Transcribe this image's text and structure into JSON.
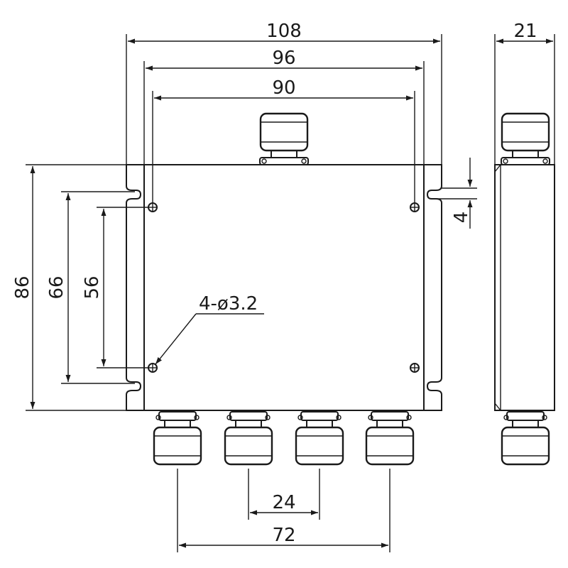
{
  "drawing": {
    "dimensions": {
      "overall_width": "108",
      "slot_pitch": "96",
      "hole_pitch_horizontal": "90",
      "side_thickness": "21",
      "overall_height": "86",
      "slot_pitch_vertical": "66",
      "hole_pitch_vertical": "56",
      "hole_callout": "4-ø3.2",
      "slot_offset": "4",
      "port_pitch": "24",
      "port_span": "72"
    },
    "colors": {
      "line": "#1a1a1a",
      "background": "#ffffff"
    }
  }
}
